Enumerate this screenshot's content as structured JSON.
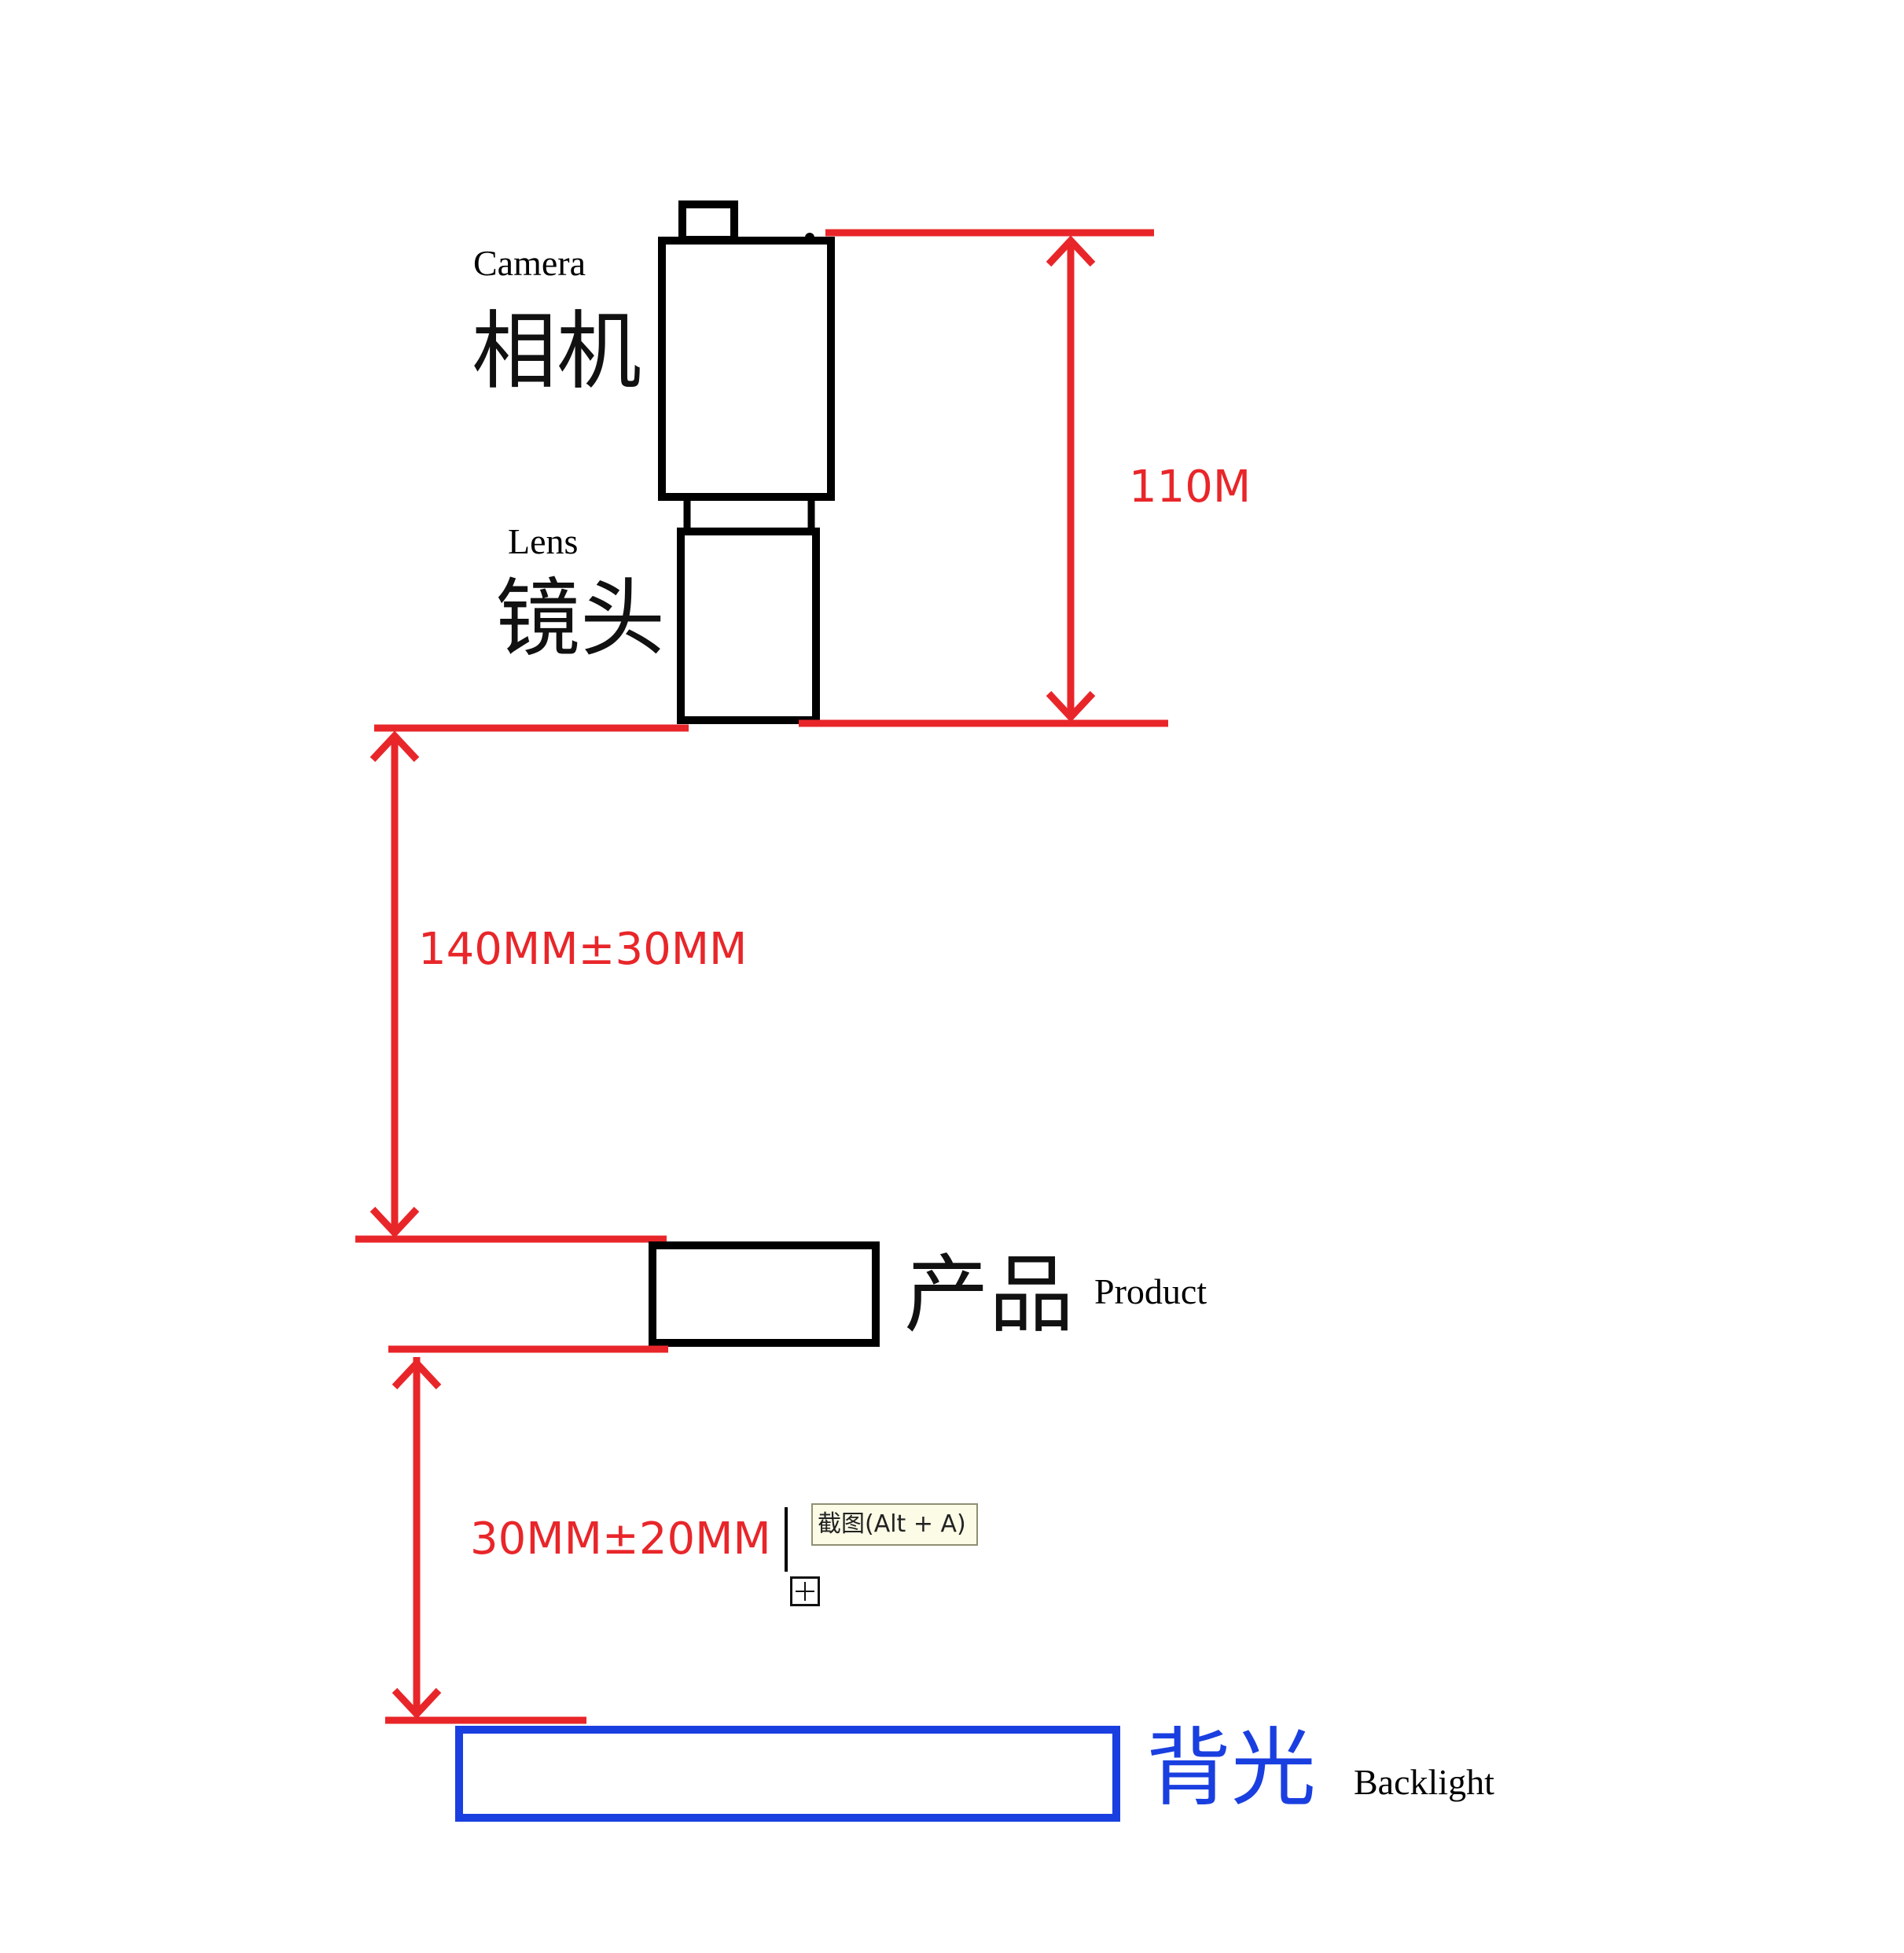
{
  "labels": {
    "camera_en": "Camera",
    "camera_zh": "相机",
    "lens_en": "Lens",
    "lens_zh": "镜头",
    "product_zh": "产品",
    "product_en": "Product",
    "backlight_zh": "背光",
    "backlight_en": "Backlight"
  },
  "dimensions": {
    "camera_lens_height": "110M",
    "lens_to_product": "140MM±30MM",
    "product_to_backlight": "30MM±20MM"
  },
  "tooltip": {
    "text": "截图(Alt + A)"
  },
  "colors": {
    "dimension": "#e8262a",
    "outline": "#000000",
    "backlight": "#1a3fe0"
  },
  "icons": {
    "move": "move-icon"
  }
}
